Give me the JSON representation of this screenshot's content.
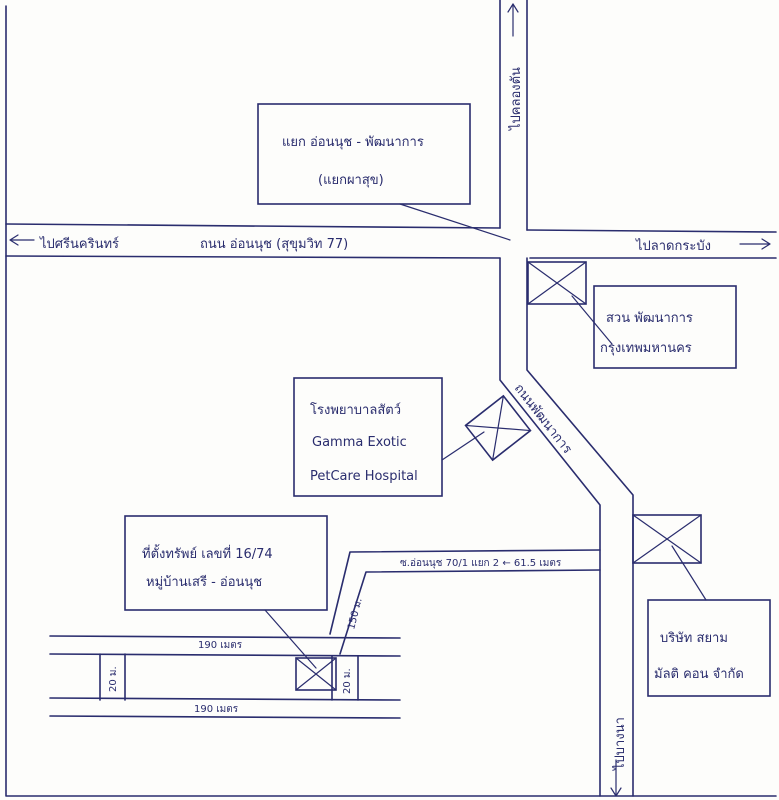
{
  "roads": {
    "main_road": "ถนน อ่อนนุช (สุขุมวิท 77)",
    "to_west": "ไปศรีนครินทร์",
    "to_east": "ไปลาดกระบัง",
    "to_north": "ไปคลองตัน",
    "to_south": "ไปบางนา",
    "diagonal_road": "ถนนพัฒนาการ",
    "soi": "ซ.อ่อนนุช 70/1 แยก 2 ← 61.5 เมตร"
  },
  "callouts": {
    "intersection_line1": "แยก อ่อนนุช - พัฒนาการ",
    "intersection_line2": "(แยกผาสุข)",
    "park_line1": "สวน พัฒนาการ",
    "park_line2": "กรุงเทพมหานคร",
    "hospital_line1": "โรงพยาบาลสัตว์",
    "hospital_line2": "Gamma Exotic",
    "hospital_line3": "PetCare Hospital",
    "company_line1": "บริษัท สยาม",
    "company_line2": "มัลติ คอน จำกัด",
    "site_line1": "ที่ตั้งทรัพย์ เลขที่ 16/74",
    "site_line2": "หมู่บ้านเสรี - อ่อนนุช"
  },
  "distances": {
    "top": "190 เมตร",
    "bottom": "190 เมตร",
    "left": "20 ม.",
    "right": "20 ม.",
    "vertical": "150 ม."
  }
}
